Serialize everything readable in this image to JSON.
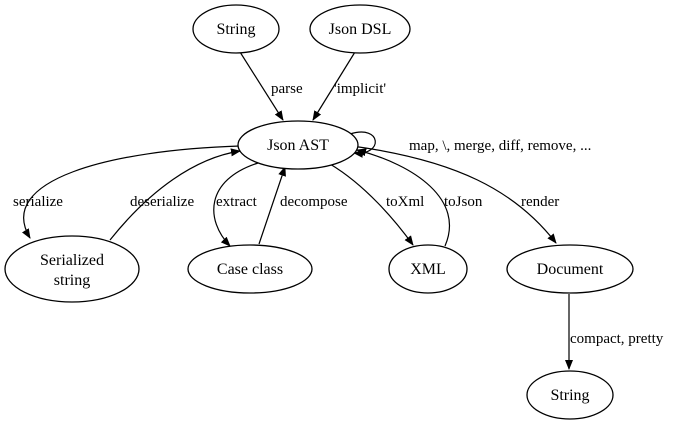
{
  "nodes": {
    "string_in": "String",
    "json_dsl": "Json DSL",
    "json_ast": "Json AST",
    "serialized_line1": "Serialized",
    "serialized_line2": "string",
    "case_class": "Case class",
    "xml": "XML",
    "document": "Document",
    "string_out": "String"
  },
  "edges": {
    "parse": "parse",
    "implicit": "'implicit'",
    "self_loop": "map, \\, merge, diff, remove, ...",
    "serialize": "serialize",
    "deserialize": "deserialize",
    "extract": "extract",
    "decompose": "decompose",
    "to_xml": "toXml",
    "to_json": "toJson",
    "render": "render",
    "compact_pretty": "compact, pretty"
  }
}
